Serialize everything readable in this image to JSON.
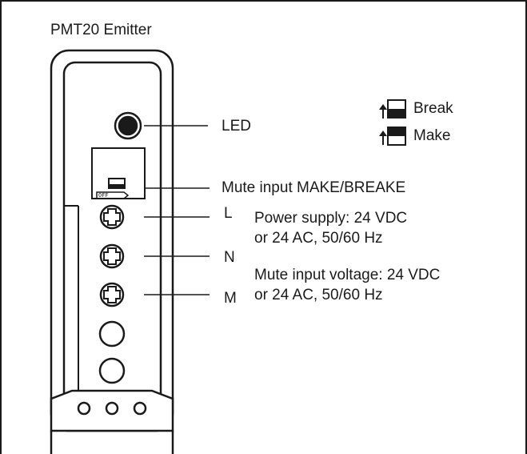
{
  "title": "PMT20 Emitter",
  "legend": {
    "break_label": "Break",
    "make_label": "Make"
  },
  "callouts": {
    "led": "LED",
    "mute_input": "Mute input MAKE/BREAKE",
    "terminal_l": "L",
    "terminal_n": "N",
    "terminal_m": "M"
  },
  "notes": {
    "power_supply_line1": "Power supply: 24 VDC",
    "power_supply_line2": "or 24 AC, 50/60 Hz",
    "mute_voltage_line1": "Mute input voltage: 24 VDC",
    "mute_voltage_line2": "or 24 AC, 50/60 Hz"
  },
  "colors": {
    "ink": "#1a1a1a",
    "background": "#ffffff"
  }
}
